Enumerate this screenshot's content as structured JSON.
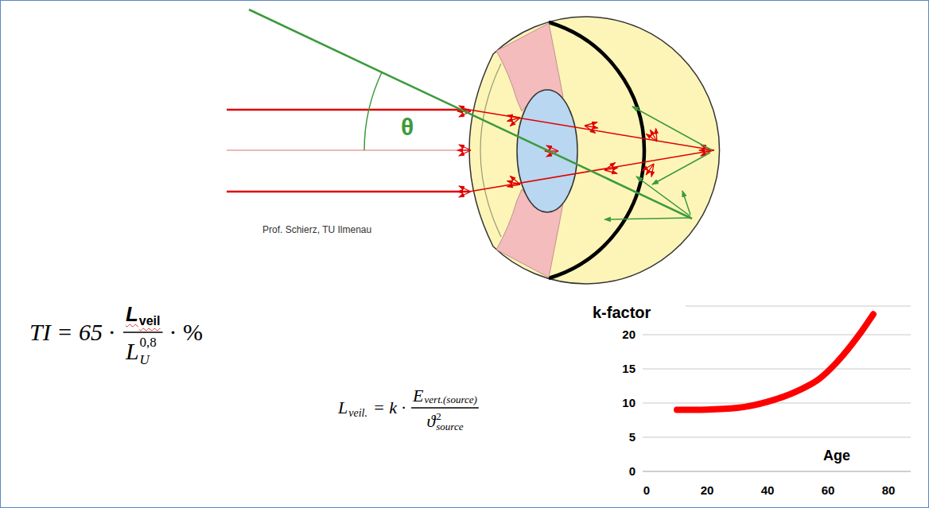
{
  "diagram": {
    "labels": [
      "θ",
      "Prof. Schierz, TU Ilmenau",
      "TI = 65 ·",
      "L",
      "veil",
      "L",
      "U",
      "0,8",
      "· %",
      "L",
      "veil.",
      "= k ·",
      "E",
      "vert.(source)",
      "ϑ",
      "2",
      "source",
      "k-factor",
      "20",
      "15",
      "10",
      "5",
      "0",
      "Age",
      "0",
      "20",
      "40",
      "60",
      "80"
    ]
  }
}
